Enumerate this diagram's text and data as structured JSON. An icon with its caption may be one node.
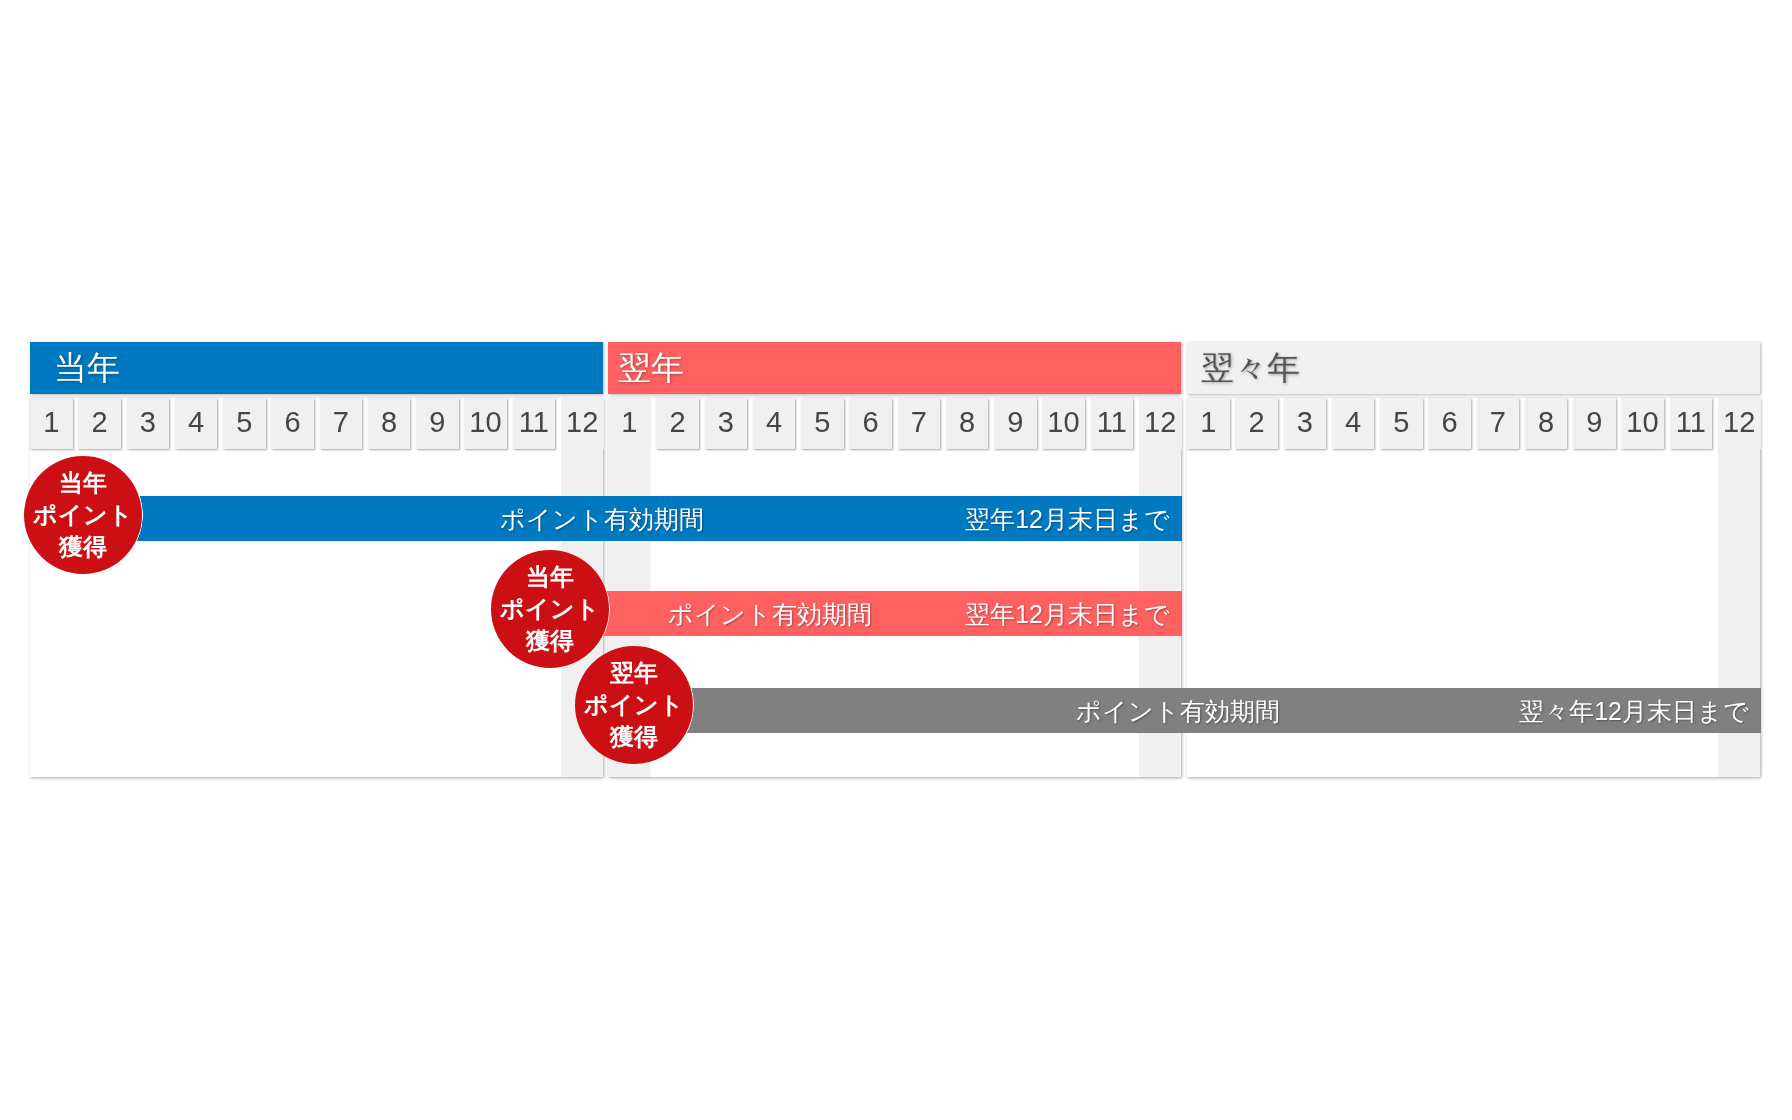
{
  "diagram": {
    "nodes": [
      {
        "text": [
          "当年"
        ]
      },
      {
        "text": [
          "翌年"
        ]
      },
      {
        "text": [
          "翌々年"
        ]
      },
      {
        "text": [
          "1"
        ]
      },
      {
        "text": [
          "2"
        ]
      },
      {
        "text": [
          "3"
        ]
      },
      {
        "text": [
          "4"
        ]
      },
      {
        "text": [
          "5"
        ]
      },
      {
        "text": [
          "6"
        ]
      },
      {
        "text": [
          "7"
        ]
      },
      {
        "text": [
          "8"
        ]
      },
      {
        "text": [
          "9"
        ]
      },
      {
        "text": [
          "10"
        ]
      },
      {
        "text": [
          "11"
        ]
      },
      {
        "text": [
          "12"
        ]
      },
      {
        "text": [
          "1"
        ]
      },
      {
        "text": [
          "2"
        ]
      },
      {
        "text": [
          "3"
        ]
      },
      {
        "text": [
          "4"
        ]
      },
      {
        "text": [
          "5"
        ]
      },
      {
        "text": [
          "6"
        ]
      },
      {
        "text": [
          "7"
        ]
      },
      {
        "text": [
          "8"
        ]
      },
      {
        "text": [
          "9"
        ]
      },
      {
        "text": [
          "10"
        ]
      },
      {
        "text": [
          "11"
        ]
      },
      {
        "text": [
          "12"
        ]
      },
      {
        "text": [
          "1"
        ]
      },
      {
        "text": [
          "2"
        ]
      },
      {
        "text": [
          "3"
        ]
      },
      {
        "text": [
          "4"
        ]
      },
      {
        "text": [
          "5"
        ]
      },
      {
        "text": [
          "6"
        ]
      },
      {
        "text": [
          "7"
        ]
      },
      {
        "text": [
          "8"
        ]
      },
      {
        "text": [
          "9"
        ]
      },
      {
        "text": [
          "10"
        ]
      },
      {
        "text": [
          "11"
        ]
      },
      {
        "text": [
          "12"
        ]
      },
      {
        "text": [
          "当年ポイント獲得"
        ]
      },
      {
        "text": [
          "ポイント有効期間",
          "翌年12月末日まで"
        ]
      },
      {
        "text": [
          "当年ポイント獲得"
        ]
      },
      {
        "text": [
          "ポイント有効期間",
          "翌年12月末日まで"
        ]
      },
      {
        "text": [
          "翌年ポイント獲得"
        ]
      },
      {
        "text": [
          "ポイント有効期間",
          "翌々年12月末日まで"
        ]
      }
    ]
  }
}
